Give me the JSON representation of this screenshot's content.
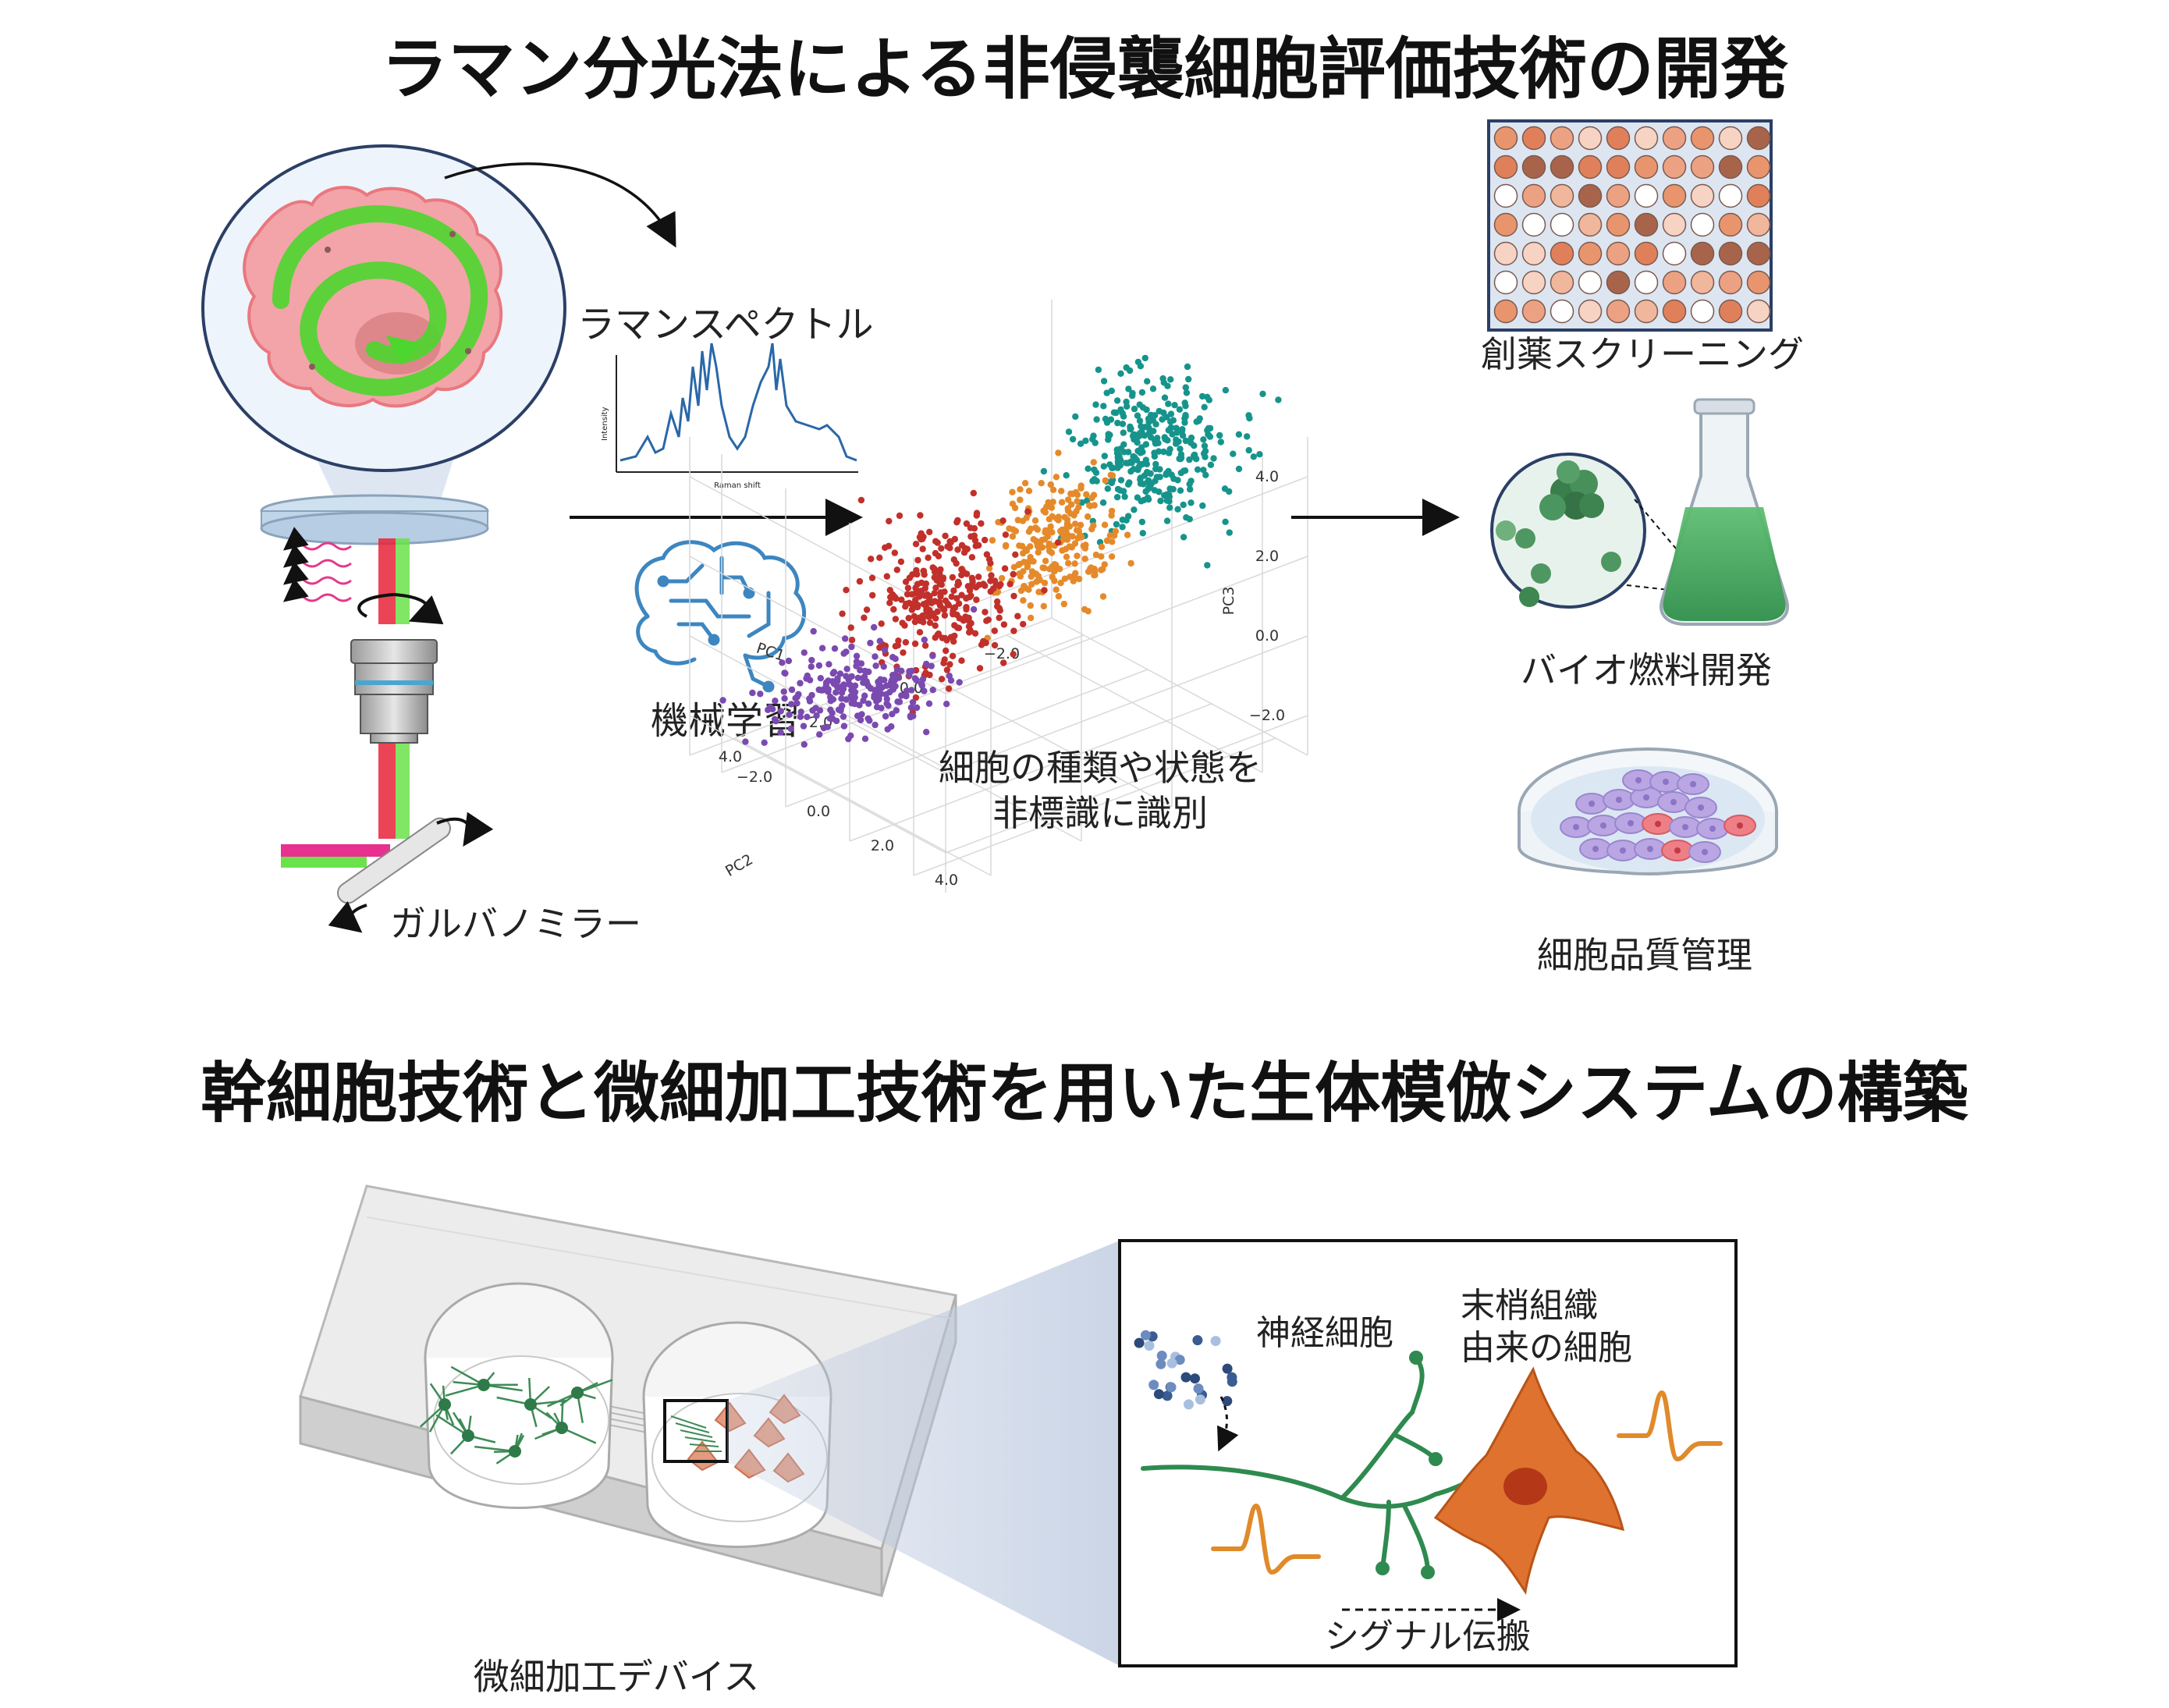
{
  "section1": {
    "title": "ラマン分光法による非侵襲細胞評価技術の開発",
    "labels": {
      "spectrum": "ラマンスペクトル",
      "spectrum_ylabel": "Intensity",
      "spectrum_xlabel": "Raman shift",
      "machine_learning": "機械学習",
      "galvano": "ガルバノミラー",
      "classify_line1": "細胞の種類や状態を",
      "classify_line2": "非標識に識別",
      "drug_screening": "創薬スクリーニング",
      "biofuel": "バイオ燃料開発",
      "quality_control": "細胞品質管理"
    }
  },
  "section2": {
    "title": "幹細胞技術と微細加工技術を用いた生体模倣システムの構築",
    "labels": {
      "device": "微細加工デバイス",
      "neuron": "神経細胞",
      "peripheral_line1": "末梢組織",
      "peripheral_line2": "由来の細胞",
      "signal": "シグナル伝搬"
    }
  },
  "chart_data": {
    "type": "scatter",
    "projection": "3d",
    "axes": {
      "x": "PC1",
      "y": "PC2",
      "z": "PC3"
    },
    "ticks": {
      "PC1": [
        "−2.0",
        "0.0",
        "2.0",
        "4.0"
      ],
      "PC2": [
        "−2.0",
        "0.0",
        "2.0",
        "4.0"
      ],
      "PC3": [
        "−2.0",
        "0.0",
        "2.0",
        "4.0"
      ]
    },
    "grid": true,
    "clusters": [
      {
        "color": "#16948c",
        "count": 320,
        "center": [
          -1.6,
          2.2,
          4.0
        ],
        "spread": [
          0.7,
          0.6,
          0.9
        ]
      },
      {
        "color": "#e58a2b",
        "count": 230,
        "center": [
          -1.4,
          -0.6,
          0.6
        ],
        "spread": [
          0.6,
          0.5,
          0.7
        ]
      },
      {
        "color": "#c1302b",
        "count": 300,
        "center": [
          3.4,
          2.6,
          2.6
        ],
        "spread": [
          0.7,
          0.6,
          0.9
        ]
      },
      {
        "color": "#7a4ab0",
        "count": 230,
        "center": [
          2.6,
          -1.2,
          -1.6
        ],
        "spread": [
          0.8,
          0.6,
          0.4
        ]
      }
    ]
  },
  "colors": {
    "green": "#4cd62e",
    "pink": "#f0a0a8",
    "laser_red": "#e8233a",
    "laser_green": "#6be24a",
    "spectrum_line": "#2a67a8",
    "brain_blue": "#3d86c0",
    "well_orange": "#e88e65",
    "neuron_green": "#2f8a4f",
    "peripheral_orange": "#e07230"
  }
}
